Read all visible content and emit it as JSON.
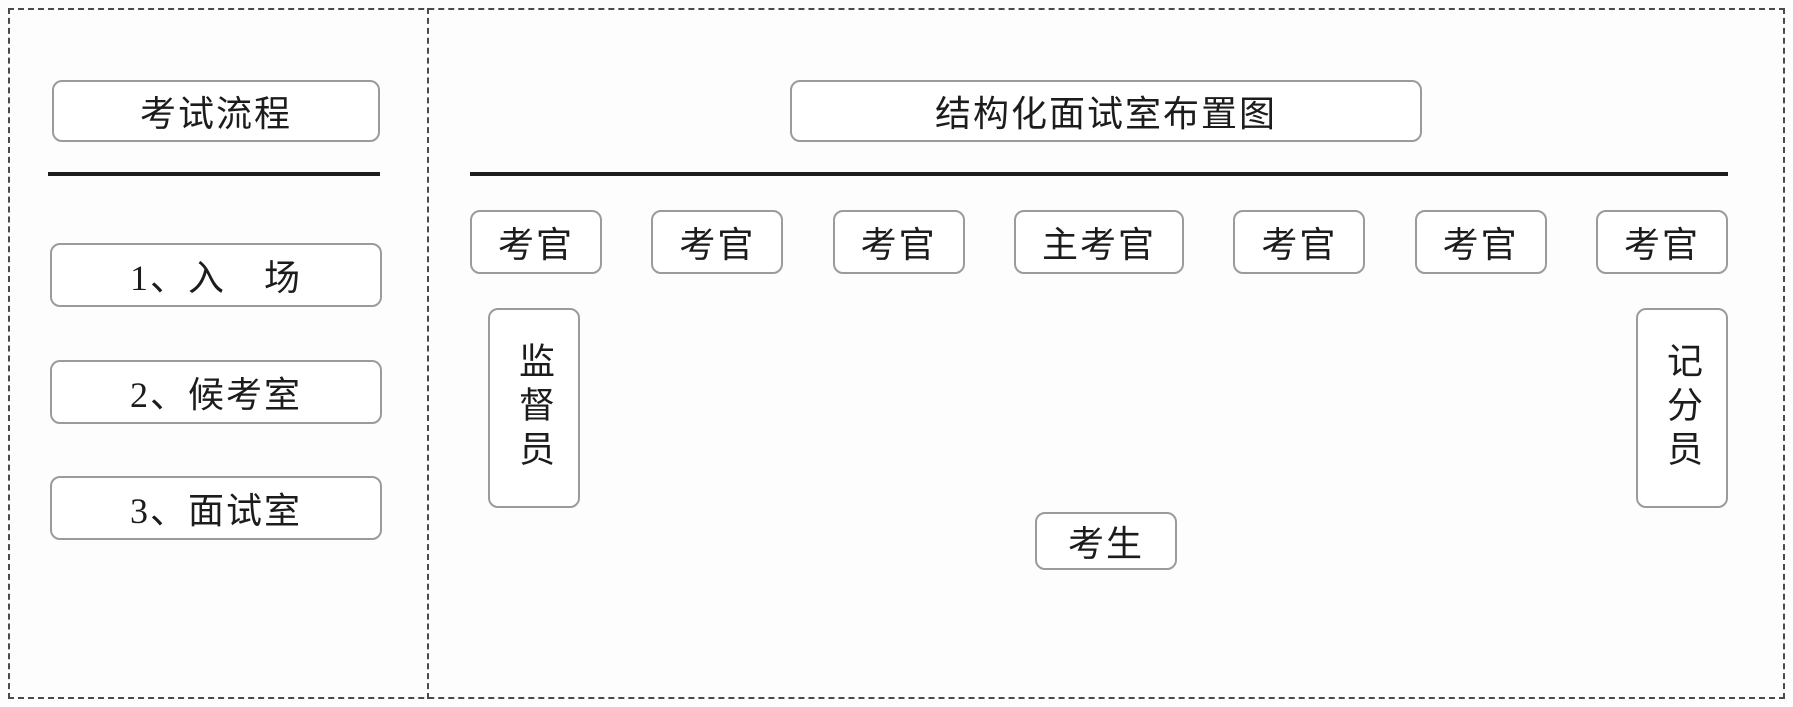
{
  "left_panel": {
    "title": "考试流程",
    "steps": [
      {
        "label": "1、入　场"
      },
      {
        "label": "2、候考室"
      },
      {
        "label": "3、面试室"
      }
    ]
  },
  "right_panel": {
    "title": "结构化面试室布置图",
    "examiners": [
      "考官",
      "考官",
      "考官",
      "主考官",
      "考官",
      "考官",
      "考官"
    ],
    "supervisor": "监督员",
    "scorer": "记分员",
    "candidate": "考生"
  },
  "colors": {
    "border_dashed": "#4a4a4a",
    "box_border": "#9b9b9b",
    "line": "#1d1d1d",
    "text": "#1c1c1c",
    "background": "#ffffff"
  }
}
